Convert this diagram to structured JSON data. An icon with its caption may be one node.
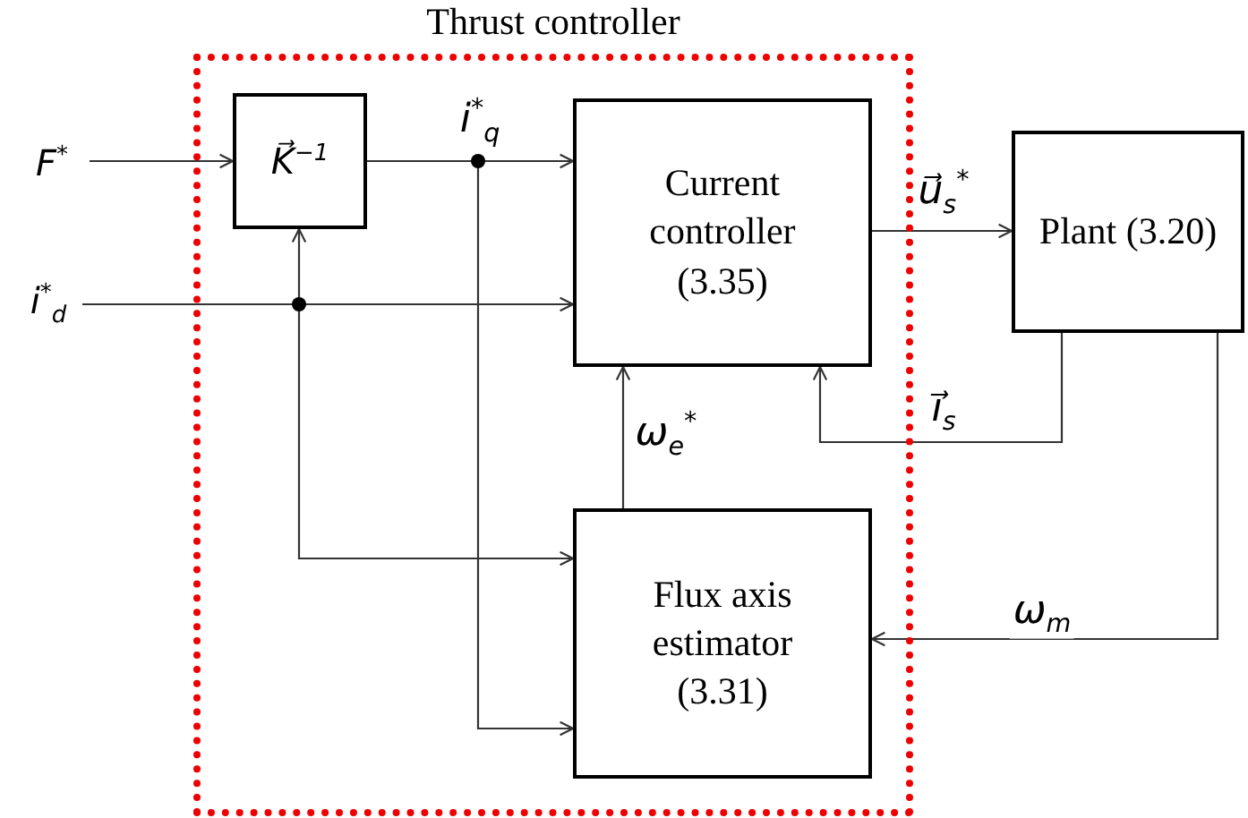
{
  "diagram": {
    "nodes": [
      {
        "text": [
          "Thrust controller"
        ]
      },
      {
        "text": [
          "*K⃗*$^{−1}$"
        ],
        "in": 0
      },
      {
        "text": [
          "Current controller (3.35)"
        ],
        "in": 0
      },
      {
        "text": [
          "Flux axis estimator (3.31)"
        ],
        "in": 0
      },
      {
        "text": [
          "Plant (3.20)"
        ]
      },
      {
        "text": [
          "*F*$^{*}$"
        ]
      },
      {
        "text": [
          "*i*$^{*}$$_{d}$"
        ]
      }
    ],
    "edges": [
      {
        "from": 5,
        "to": 1,
        "arrow": "to"
      },
      {
        "from": 1,
        "to": 2,
        "arrow": "to",
        "label": "*i*$^{*}$$_{q}$"
      },
      {
        "from": 6,
        "to": 2,
        "arrow": "to"
      },
      {
        "from": 6,
        "to": 1,
        "arrow": "to"
      },
      {
        "from": 6,
        "to": 3,
        "arrow": "to"
      },
      {
        "from": 1,
        "to": 3,
        "arrow": "to"
      },
      {
        "from": 2,
        "to": 4,
        "arrow": "to",
        "label": "*u⃗*$_{s}$$^{*}$"
      },
      {
        "from": 4,
        "to": 2,
        "arrow": "to",
        "label": "*i⃗*$_{s}$"
      },
      {
        "from": 3,
        "to": 2,
        "arrow": "to",
        "label": "*ω*$_{e}$$^{*}$"
      },
      {
        "from": 4,
        "to": 3,
        "arrow": "to",
        "label": "*ω*$_{m}$"
      }
    ]
  }
}
